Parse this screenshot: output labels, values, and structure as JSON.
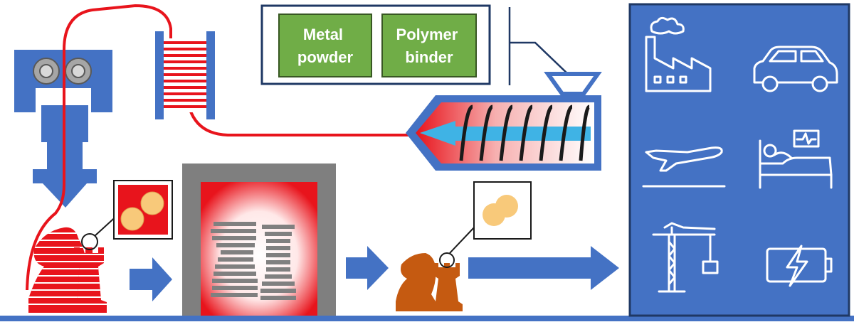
{
  "materials": {
    "metal_powder": [
      "Metal",
      "powder"
    ],
    "polymer_binder": [
      "Polymer",
      "binder"
    ]
  },
  "colors": {
    "blue": "#4472c4",
    "red": "#e8141c",
    "green": "#70ad47",
    "gray": "#7f7f7f",
    "navy": "#1f3864",
    "sintered": "#c55a11",
    "particle": "#f8c97a",
    "screw_blue": "#3fb3e5"
  },
  "icons": [
    "extruder-gears-icon",
    "filament-spool-icon",
    "screw-extruder-icon",
    "chess-knight-icon",
    "chess-rook-icon",
    "furnace-icon",
    "factory-icon",
    "car-icon",
    "airplane-icon",
    "hospital-bed-icon",
    "crane-icon",
    "battery-icon",
    "arrow-right-icon"
  ]
}
